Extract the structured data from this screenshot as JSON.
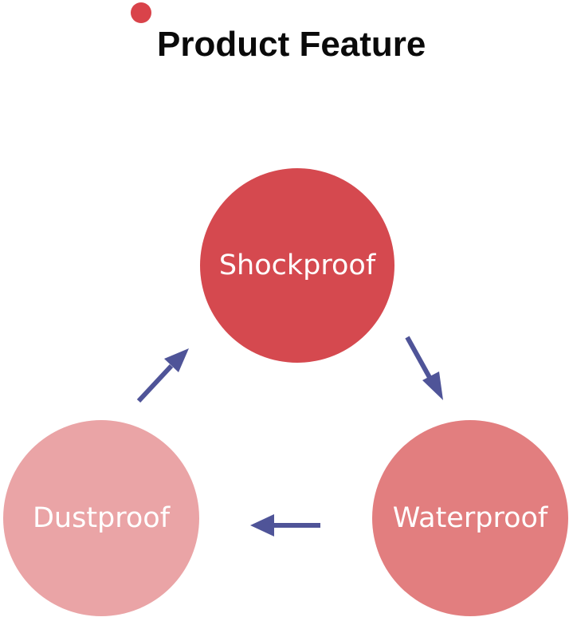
{
  "header": {
    "title": "Product Feature"
  },
  "colors": {
    "accent_dot": "#d9434a",
    "node_top": "#d5494f",
    "node_right": "#e27e7f",
    "node_left": "#eaa4a6",
    "arrow": "#4f5498",
    "node_text": "#ffffff"
  },
  "cycle": {
    "nodes": [
      {
        "id": "top",
        "label": "Shockproof"
      },
      {
        "id": "right",
        "label": "Waterproof"
      },
      {
        "id": "left",
        "label": "Dustproof"
      }
    ],
    "flow": [
      "Shockproof",
      "Waterproof",
      "Dustproof"
    ]
  }
}
